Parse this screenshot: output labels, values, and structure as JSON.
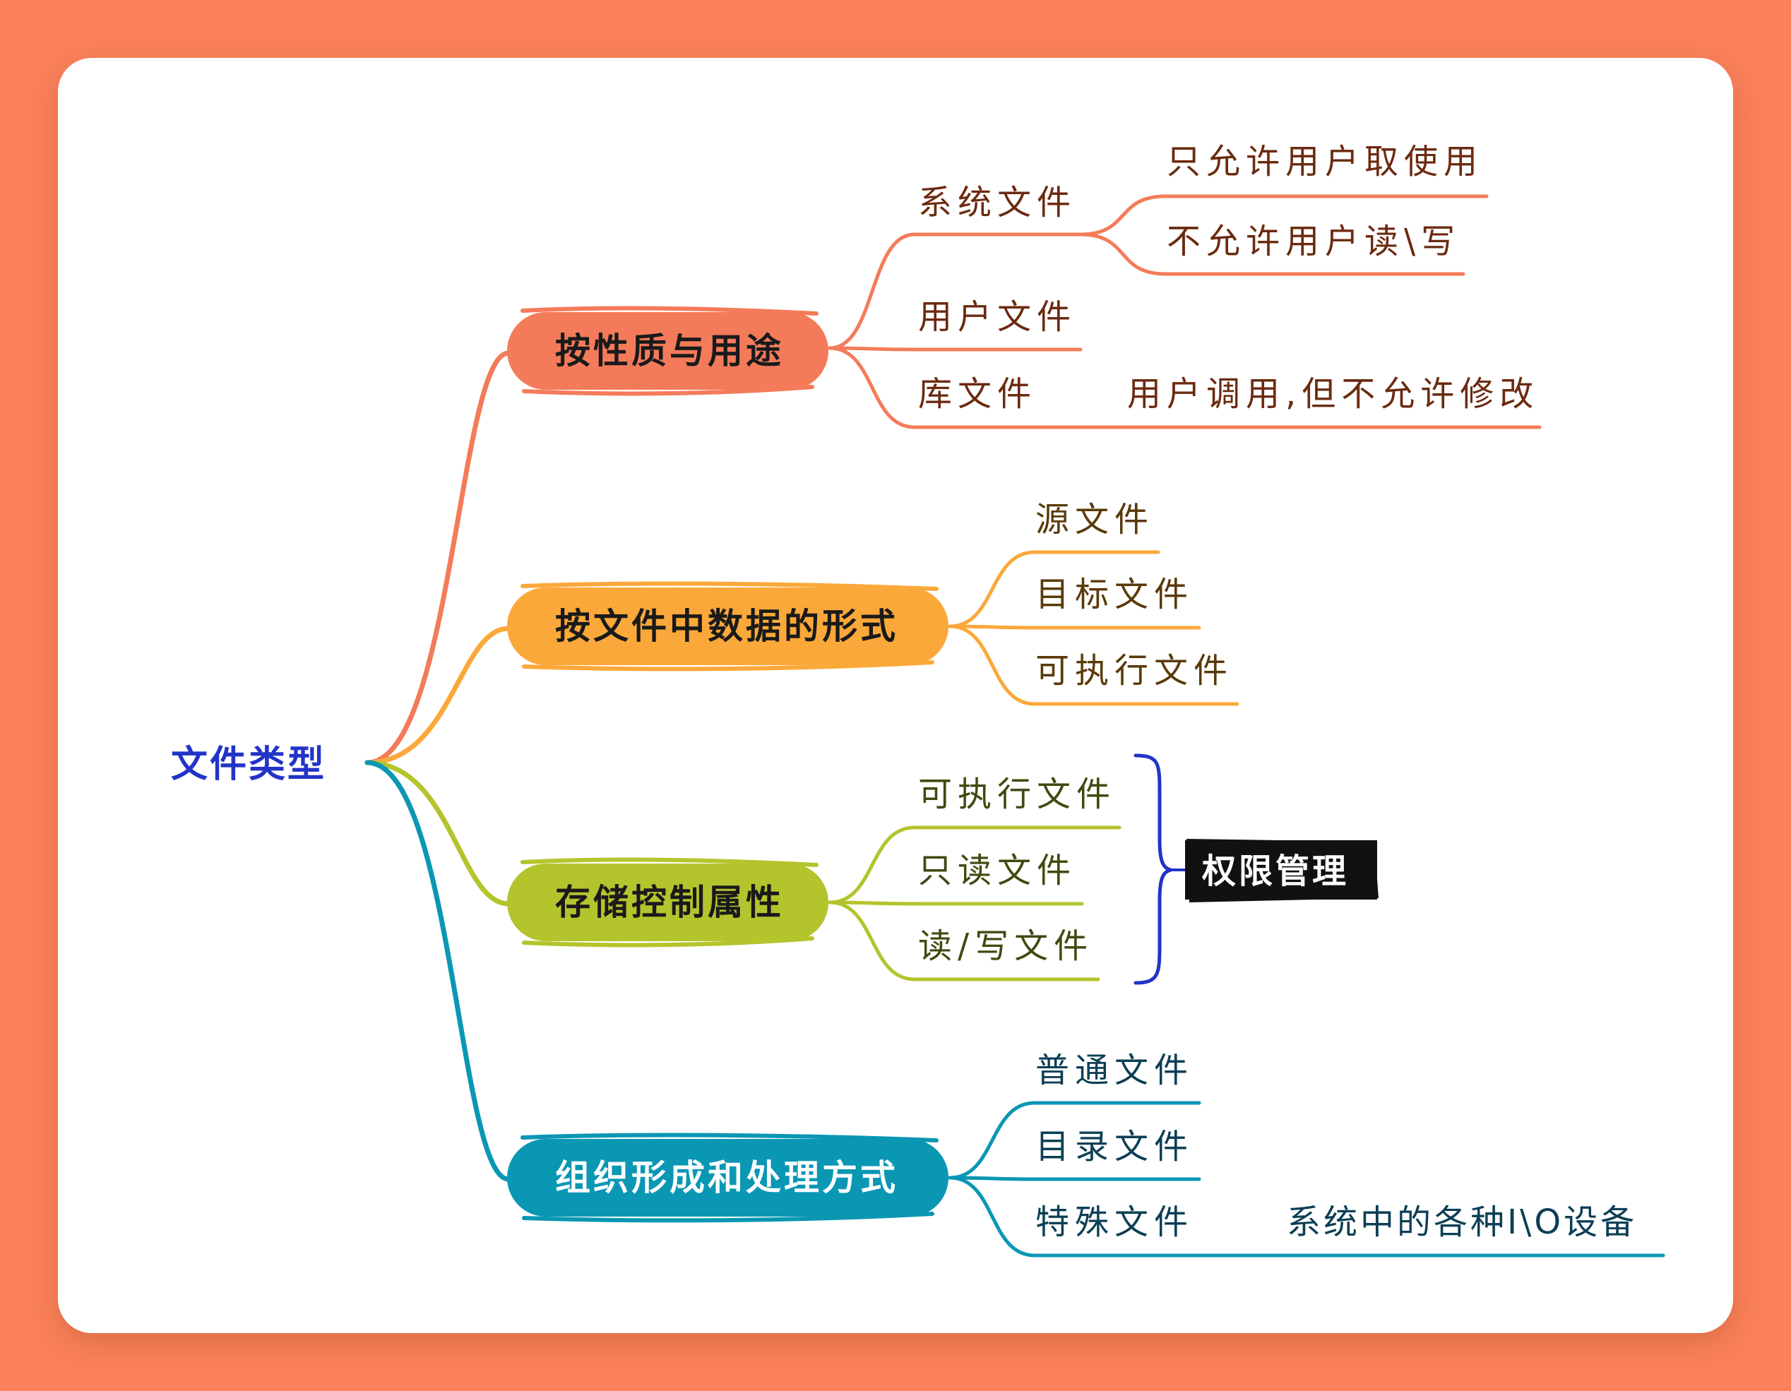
{
  "root": {
    "label": "文件类型",
    "color": "#2233C8"
  },
  "branches": [
    {
      "label": "按性质与用途",
      "color": "#F47B5A",
      "children": [
        {
          "label": "系统文件",
          "children": [
            {
              "label": "只允许用户取使用"
            },
            {
              "label": "不允许用户读\\写"
            }
          ]
        },
        {
          "label": "用户文件"
        },
        {
          "label": "库文件",
          "children": [
            {
              "label": "用户调用,但不允许修改"
            }
          ]
        }
      ]
    },
    {
      "label": "按文件中数据的形式",
      "color": "#FBA83A",
      "children": [
        {
          "label": "源文件"
        },
        {
          "label": "目标文件"
        },
        {
          "label": "可执行文件"
        }
      ]
    },
    {
      "label": "存储控制属性",
      "color": "#B4C42C",
      "children": [
        {
          "label": "可执行文件"
        },
        {
          "label": "只读文件"
        },
        {
          "label": "读/写文件"
        }
      ],
      "summary": {
        "label": "权限管理",
        "bracket_color": "#2233C8"
      }
    },
    {
      "label": "组织形成和处理方式",
      "color": "#0A97B4",
      "children": [
        {
          "label": "普通文件"
        },
        {
          "label": "目录文件"
        },
        {
          "label": "特殊文件",
          "children": [
            {
              "label": "系统中的各种I\\O设备"
            }
          ]
        }
      ]
    }
  ],
  "colors": {
    "background": "#FA8159",
    "card": "#FFFFFF",
    "leaf_text_1": "#6B2A10",
    "leaf_text_2": "#5A3A0A",
    "leaf_text_3": "#3F4A10",
    "leaf_text_4": "#0C3F55",
    "tag_bg": "#111111"
  }
}
